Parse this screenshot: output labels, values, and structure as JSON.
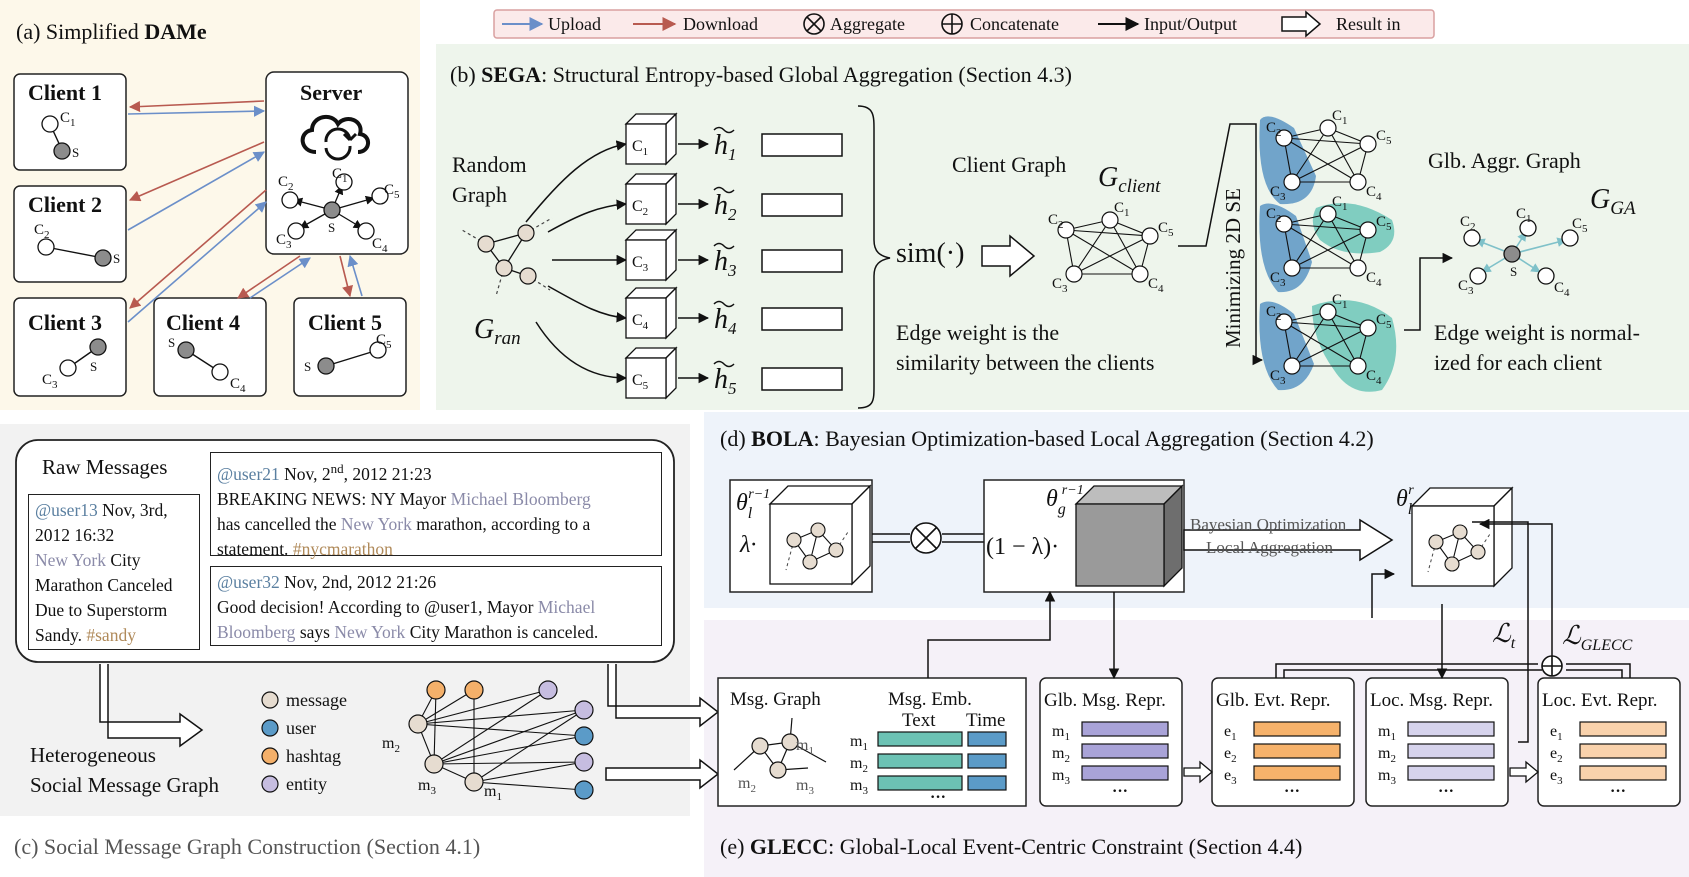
{
  "legend": {
    "upload": "Upload",
    "download": "Download",
    "aggregate": "Aggregate",
    "concatenate": "Concatenate",
    "io": "Input/Output",
    "result": "Result in"
  },
  "panel_a": {
    "title_prefix": "(a) Simplified ",
    "title_bold": "DAMe",
    "server": "Server",
    "clients": [
      "Client 1",
      "Client 2",
      "Client 3",
      "Client 4",
      "Client 5"
    ],
    "s": "S",
    "c": "C",
    "subs": [
      "1",
      "2",
      "3",
      "4",
      "5"
    ]
  },
  "panel_b": {
    "title_prefix": "(b) ",
    "title_bold": "SEGA",
    "title_rest": ": Structural Entropy-based Global Aggregation (Section 4.3)",
    "random_graph_1": "Random",
    "random_graph_2": "Graph",
    "g_ran": "G",
    "g_ran_sub": "ran",
    "h_sym": "h",
    "client_graph": "Client Graph",
    "g_client": "G",
    "g_client_sub": "client",
    "sim": "sim(·)",
    "edge_weight_1": "Edge weight is the",
    "edge_weight_2": "similarity between the clients",
    "minimizing": "Minimizing 2D SE",
    "glb_aggr": "Glb. Aggr. Graph",
    "g_ga": "G",
    "g_ga_sub": "GA",
    "norm_1": "Edge weight is normal-",
    "norm_2": "ized for each client"
  },
  "panel_c": {
    "title": "(c) Social Message Graph Construction (Section 4.1)",
    "raw_messages": "Raw Messages",
    "msg_left": {
      "user": "@user13",
      "line1": " Nov, 3rd,",
      "line2": "2012 16:32",
      "entity": "New York",
      "line3": " City",
      "line4": "Marathon Canceled",
      "line5": "Due to Superstorm",
      "line6": "Sandy. ",
      "hashtag": "#sandy"
    },
    "msg_top": {
      "user": "@user21",
      "date_a": " Nov, 2",
      "date_sup": "nd",
      "date_b": ", 2012 21:23",
      "text_a": "BREAKING NEWS: NY Mayor ",
      "entity1": "Michael Bloomberg",
      "text_b": "has cancelled the ",
      "entity2": "New York",
      "text_c": " marathon, according to a",
      "text_d": "statement. ",
      "hashtag": "#nycmarathon"
    },
    "msg_bottom": {
      "user": "@user32",
      "date": " Nov, 2nd, 2012 21:26",
      "text_a": "Good decision! According to @user1, Mayor ",
      "entity1a": "Michael",
      "entity1b": "Bloomberg",
      "text_b": " says ",
      "entity2": "New York",
      "text_c": " City Marathon is canceled."
    },
    "hetero_1": "Heterogeneous",
    "hetero_2": "Social Message Graph",
    "legend_items": [
      "message",
      "user",
      "hashtag",
      "entity"
    ],
    "m": "m"
  },
  "panel_d": {
    "title_prefix": "(d) ",
    "title_bold": "BOLA",
    "title_rest": ": Bayesian Optimization-based Local Aggregation (Section 4.2)",
    "theta": "θ",
    "sub_l": "l",
    "sub_g": "g",
    "sup_prev": "r−1",
    "sup_r": "r",
    "lambda": "λ·",
    "one_minus": "(1 − λ)·",
    "bo_1": "Bayesian Optimization",
    "bo_2": "Local Aggregation"
  },
  "panel_e": {
    "title_prefix": "(e) ",
    "title_bold": "GLECC",
    "title_rest": ": Global-Local Event-Centric Constraint (Section 4.4)",
    "msg_graph": "Msg. Graph",
    "msg_emb": "Msg. Emb.",
    "text_col": "Text",
    "time_col": "Time",
    "glb_msg": "Glb. Msg. Repr.",
    "glb_evt": "Glb. Evt. Repr.",
    "loc_msg": "Loc. Msg. Repr.",
    "loc_evt": "Loc. Evt. Repr.",
    "loss_t": "ℒ",
    "loss_t_sub": "t",
    "loss_glecc": "ℒ",
    "loss_glecc_sub": "GLECC",
    "m": "m",
    "e": "e",
    "dots": "···"
  },
  "colors": {
    "upload": "#6b8fc9",
    "download": "#b85a50",
    "panel_a_bg": "#fdf8ea",
    "panel_b_bg": "#eef5ec",
    "panel_c_bg": "#f2f2f2",
    "panel_d_bg": "#eef3fa",
    "panel_e_bg": "#f5f1f8",
    "message_node": "#e6dcd0",
    "user_node": "#5b9bc8",
    "hashtag_node": "#f4b06a",
    "entity_node": "#c6bde0",
    "text_emb": "#6cc2b4",
    "time_emb": "#5b9bc8",
    "glb_msg": "#a9a3d8",
    "glb_evt": "#f6b26b",
    "loc_msg": "#d6d3ec",
    "loc_evt": "#f9d2ac",
    "comm_blue": "#5b95c4",
    "comm_teal": "#6cc6b8",
    "server_node": "#8c8c8c"
  }
}
